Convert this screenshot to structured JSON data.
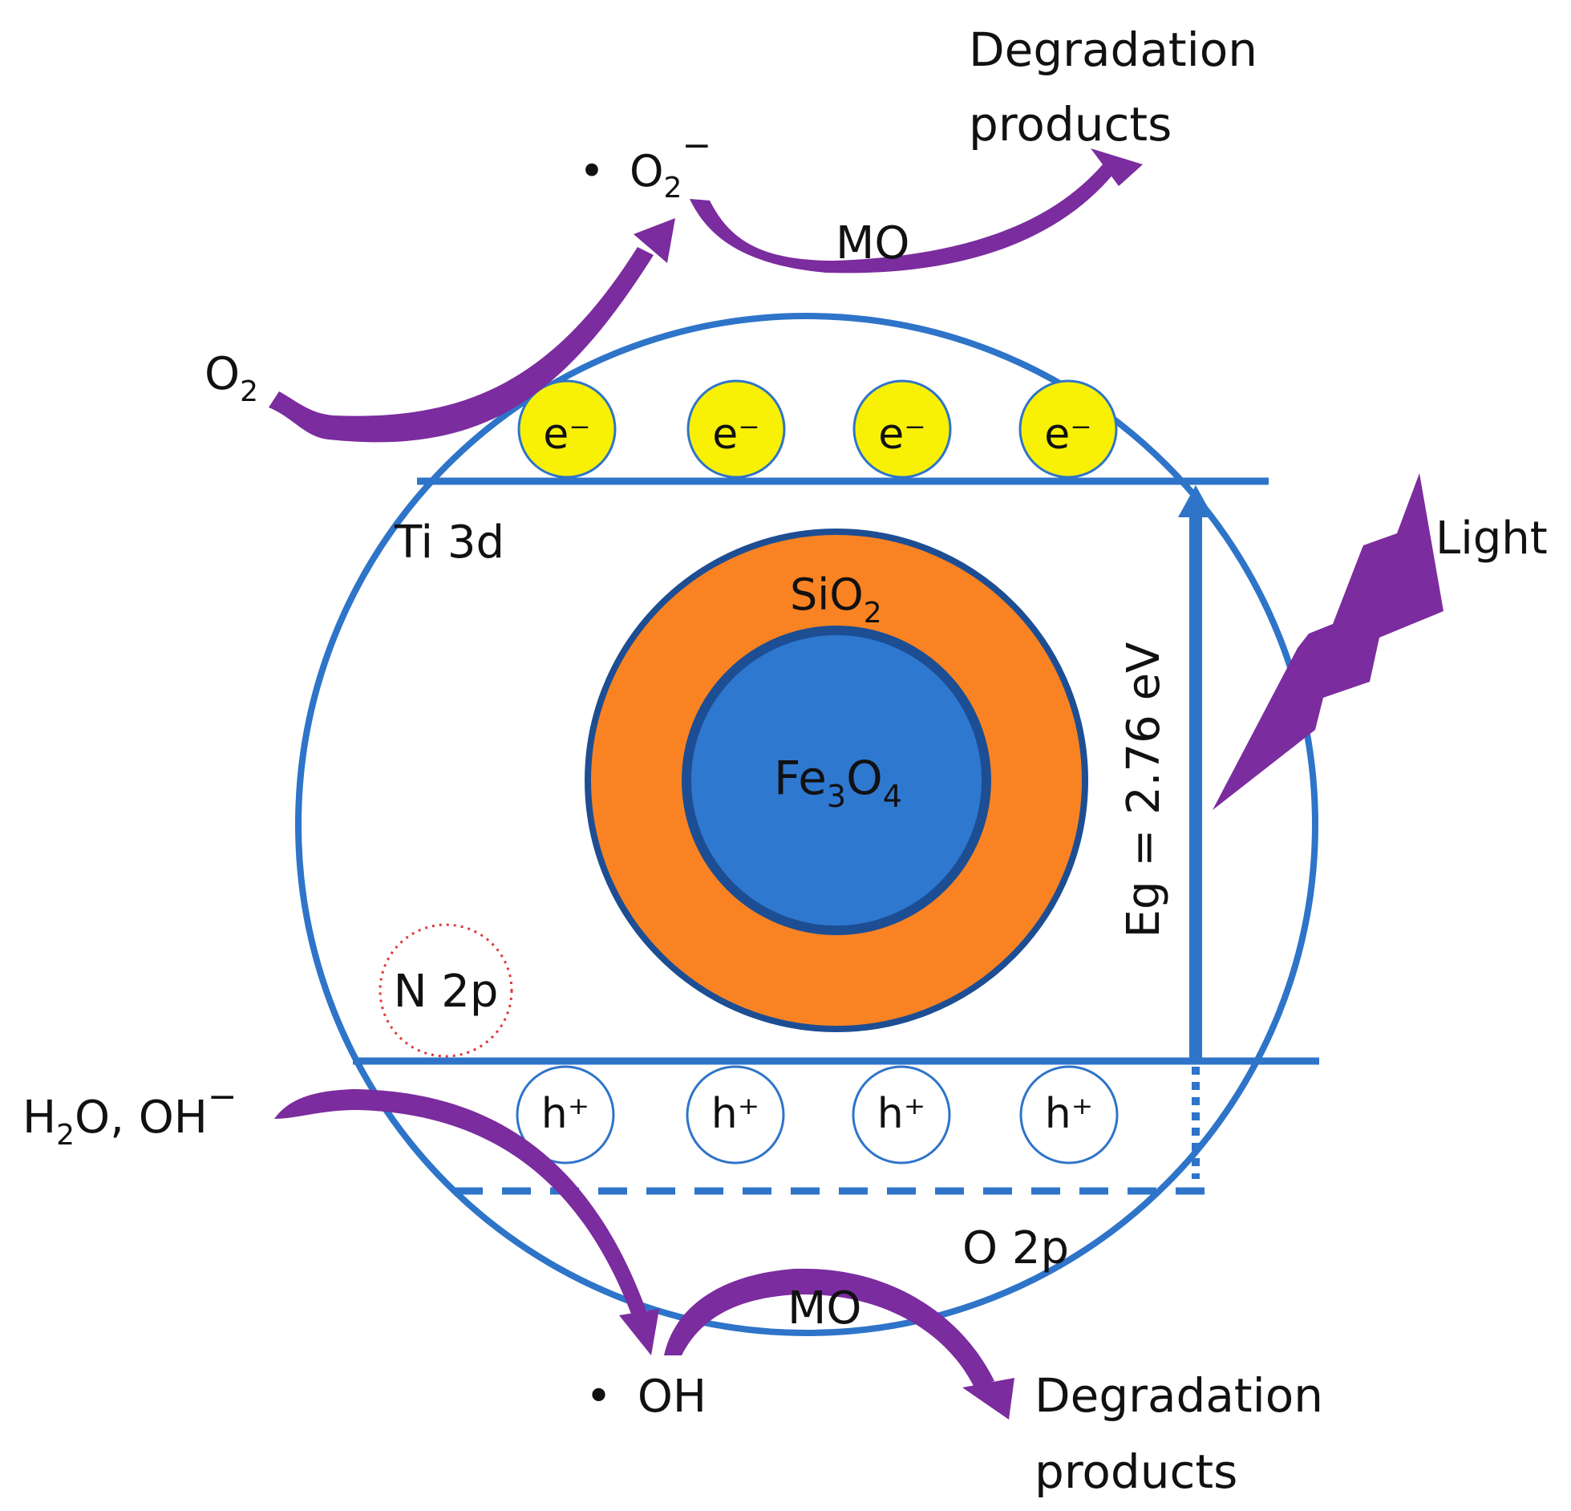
{
  "colors": {
    "band_blue": "#2e74c9",
    "core_blue": "#2f78d0",
    "core_border": "#1d4e93",
    "shell_orange": "#f98323",
    "electron_yellow": "#f8f105",
    "arrow_purple": "#7b2c9e",
    "npoint_red": "#e0383d"
  },
  "labels": {
    "degradation_top_line1": "Degradation",
    "degradation_top_line2": "products",
    "superoxide_dot": "•",
    "superoxide_O": "O",
    "superoxide_sub": "2",
    "superoxide_sup": "−",
    "mo_top": "MO",
    "o2_O": "O",
    "o2_sub": "2",
    "ti3d": "Ti 3d",
    "light": "Light",
    "sio2_base": "SiO",
    "sio2_sub": "2",
    "fe3o4_Fe": "Fe",
    "fe3o4_sub1": "3",
    "fe3o4_O": "O",
    "fe3o4_sub2": "4",
    "band_gap": "Eg = 2.76 eV",
    "n2p": "N 2p",
    "water_H": "H",
    "water_sub": "2",
    "water_rest": "O, OH",
    "water_sup": "−",
    "o2p": "O 2p",
    "mo_bottom": "MO",
    "hydroxyl_dot": "•",
    "hydroxyl": "OH",
    "degradation_bottom_line1": "Degradation",
    "degradation_bottom_line2": "products"
  },
  "electrons": [
    "e⁻",
    "e⁻",
    "e⁻",
    "e⁻"
  ],
  "holes": [
    "h⁺",
    "h⁺",
    "h⁺",
    "h⁺"
  ]
}
